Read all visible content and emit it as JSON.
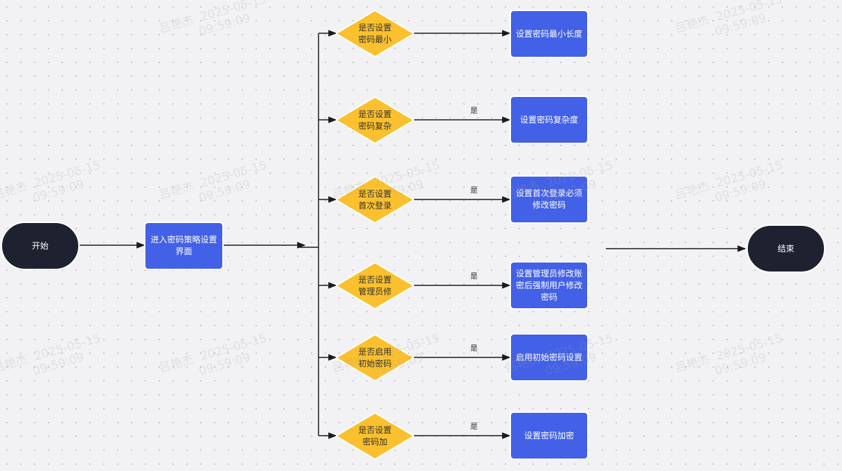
{
  "nodes": {
    "start": "开始",
    "enter": "进入密码策略设置\n界面",
    "end": "结束",
    "d1": "是否设置\n密码最小",
    "d2": "是否设置\n密码复杂",
    "d3": "是否设置\n首次登录",
    "d4": "是否设置\n管理员修",
    "d5": "是否启用\n初始密码",
    "d6": "是否设置\n密码加",
    "p1": "设置密码最小长度",
    "p2": "设置密码复杂度",
    "p3": "设置首次登录必须\n修改密码",
    "p4": "设置管理员修改账\n密后强制用户修改\n密码",
    "p5": "启用初始密码设置",
    "p6": "设置密码加密"
  },
  "edge_labels": {
    "e2": "是",
    "e3": "是",
    "e4": "是",
    "e5": "是",
    "e6": "是"
  },
  "watermark": {
    "text": "吕艳杰  2025-05-15\n          09:59:09"
  },
  "colors": {
    "terminal": "#1e2230",
    "process": "#4361e6",
    "decision": "#fbc02d",
    "line": "#1a1a1a"
  }
}
